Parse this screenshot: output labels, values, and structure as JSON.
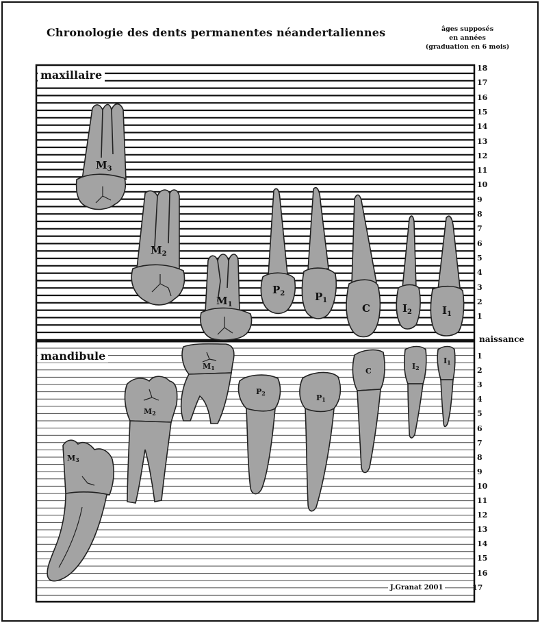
{
  "title": "Chronologie des dents permanentes néandertaliennes",
  "ages_note": {
    "line1": "âges supposés",
    "line2": "en années",
    "line3": "(graduation en 6 mois)"
  },
  "maxillary": {
    "label": "maxillaire",
    "scale": [
      "18",
      "17",
      "16",
      "15",
      "14",
      "13",
      "12",
      "11",
      "10",
      "9",
      "8",
      "7",
      "6",
      "5",
      "4",
      "3",
      "2",
      "1"
    ],
    "teeth": [
      {
        "id": "M3",
        "letter": "M",
        "sub": "3"
      },
      {
        "id": "M2",
        "letter": "M",
        "sub": "2"
      },
      {
        "id": "M1",
        "letter": "M",
        "sub": "1"
      },
      {
        "id": "P2",
        "letter": "P",
        "sub": "2"
      },
      {
        "id": "P1",
        "letter": "P",
        "sub": "1"
      },
      {
        "id": "C",
        "letter": "C",
        "sub": ""
      },
      {
        "id": "I2",
        "letter": "I",
        "sub": "2"
      },
      {
        "id": "I1",
        "letter": "I",
        "sub": "1"
      }
    ]
  },
  "birth_label": "naissance",
  "mandibular": {
    "label": "mandibule",
    "scale": [
      "1",
      "2",
      "3",
      "4",
      "5",
      "6",
      "7",
      "8",
      "9",
      "10",
      "11",
      "12",
      "13",
      "14",
      "15",
      "16",
      "17"
    ],
    "teeth": [
      {
        "id": "M3",
        "letter": "M",
        "sub": "3"
      },
      {
        "id": "M2",
        "letter": "M",
        "sub": "2"
      },
      {
        "id": "M1",
        "letter": "M",
        "sub": "1"
      },
      {
        "id": "P2",
        "letter": "P",
        "sub": "2"
      },
      {
        "id": "P1",
        "letter": "P",
        "sub": "1"
      },
      {
        "id": "C",
        "letter": "C",
        "sub": ""
      },
      {
        "id": "I2",
        "letter": "I",
        "sub": "2"
      },
      {
        "id": "I1",
        "letter": "I",
        "sub": "1"
      }
    ]
  },
  "credit": "J.Granat 2001",
  "colors": {
    "tooth_fill": "#a3a3a3",
    "line": "#111111",
    "background": "#ffffff"
  }
}
